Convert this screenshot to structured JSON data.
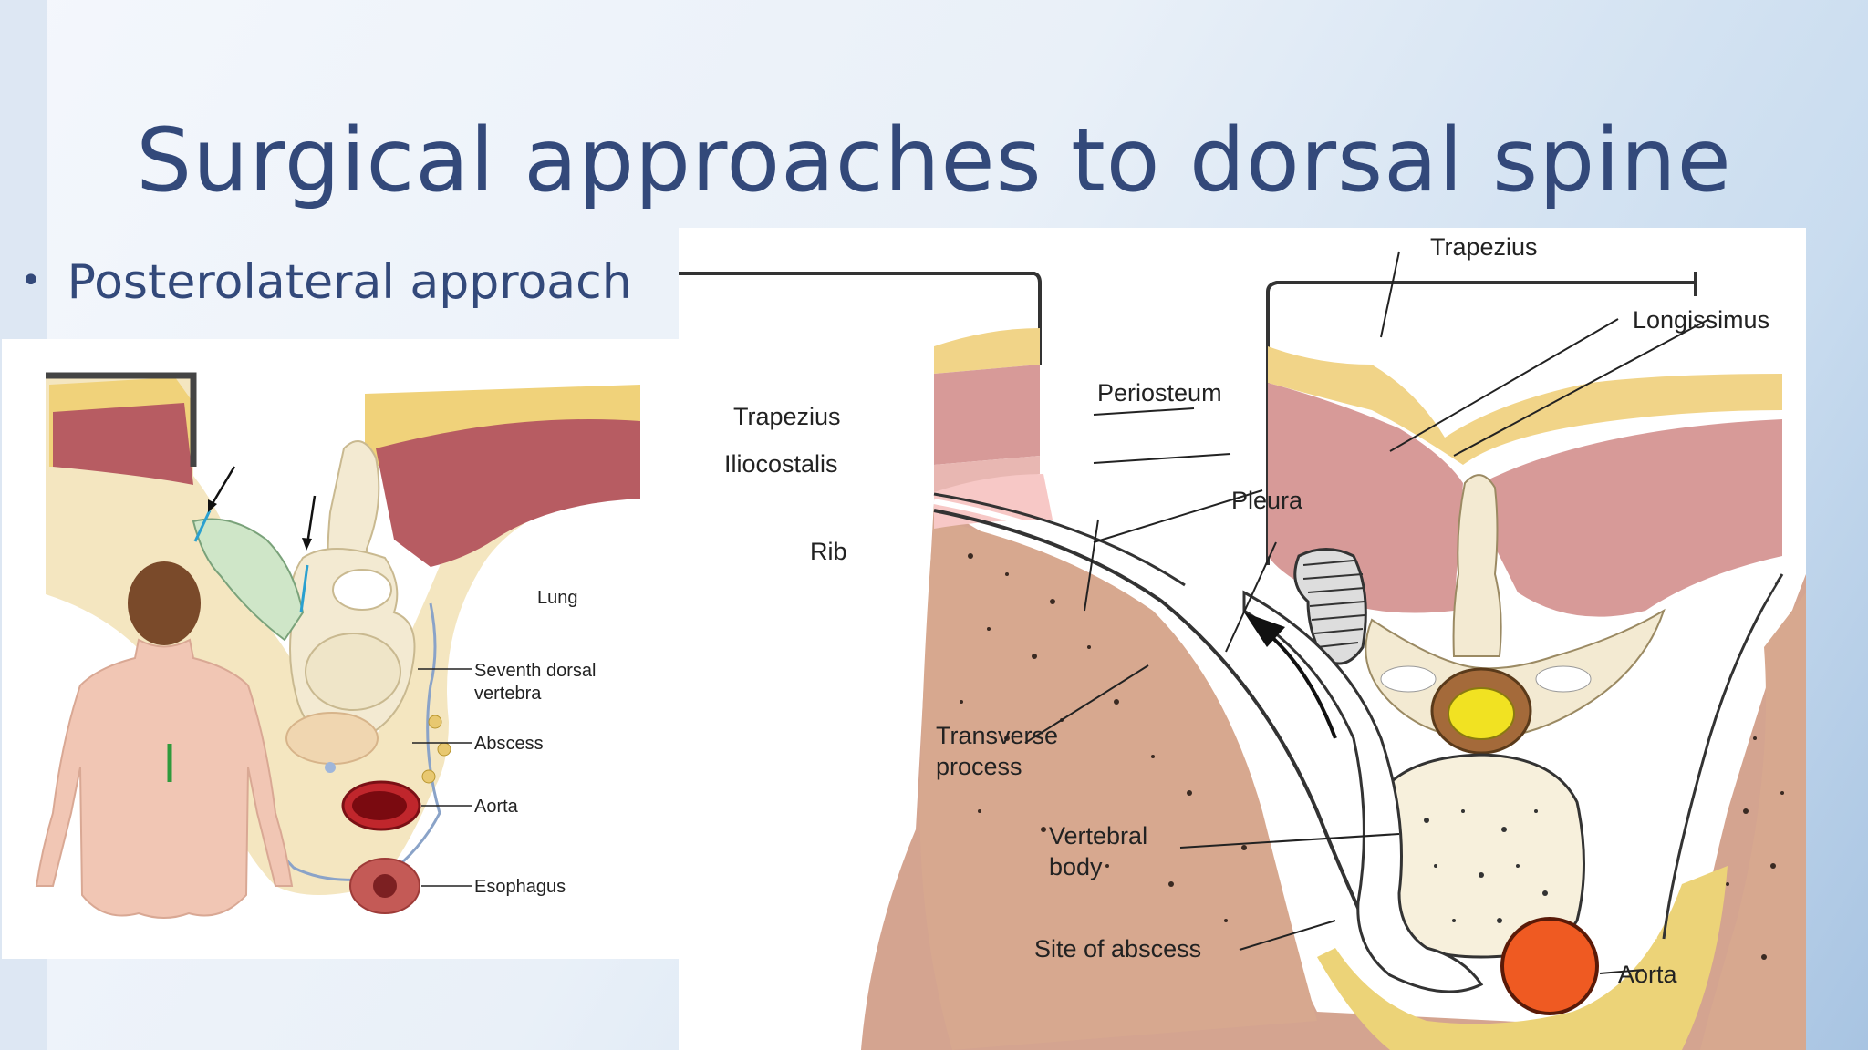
{
  "slide": {
    "title": "Surgical approaches to dorsal spine",
    "bullet": "Posterolateral approach"
  },
  "left_figure": {
    "labels": {
      "lung": "Lung",
      "seventh_line1": "Seventh dorsal",
      "seventh_line2": "vertebra",
      "abscess": "Abscess",
      "aorta": "Aorta",
      "esophagus": "Esophagus"
    }
  },
  "right_figure": {
    "labels": {
      "trapezius_top": "Trapezius",
      "longissimus": "Longissimus",
      "periosteum": "Periosteum",
      "trapezius_left": "Trapezius",
      "iliocostalis": "Iliocostalis",
      "pleura": "Pleura",
      "rib": "Rib",
      "transverse_line1": "Transverse",
      "transverse_line2": "process",
      "vertebral_line1": "Vertebral",
      "vertebral_line2": "body",
      "site_of_abscess": "Site of abscess",
      "aorta": "Aorta"
    }
  },
  "colors": {
    "title": "#33497a",
    "muscle": "#b75c62",
    "fat": "#f1d488",
    "bone": "#f3ead2",
    "aorta": "#ef5a22"
  }
}
